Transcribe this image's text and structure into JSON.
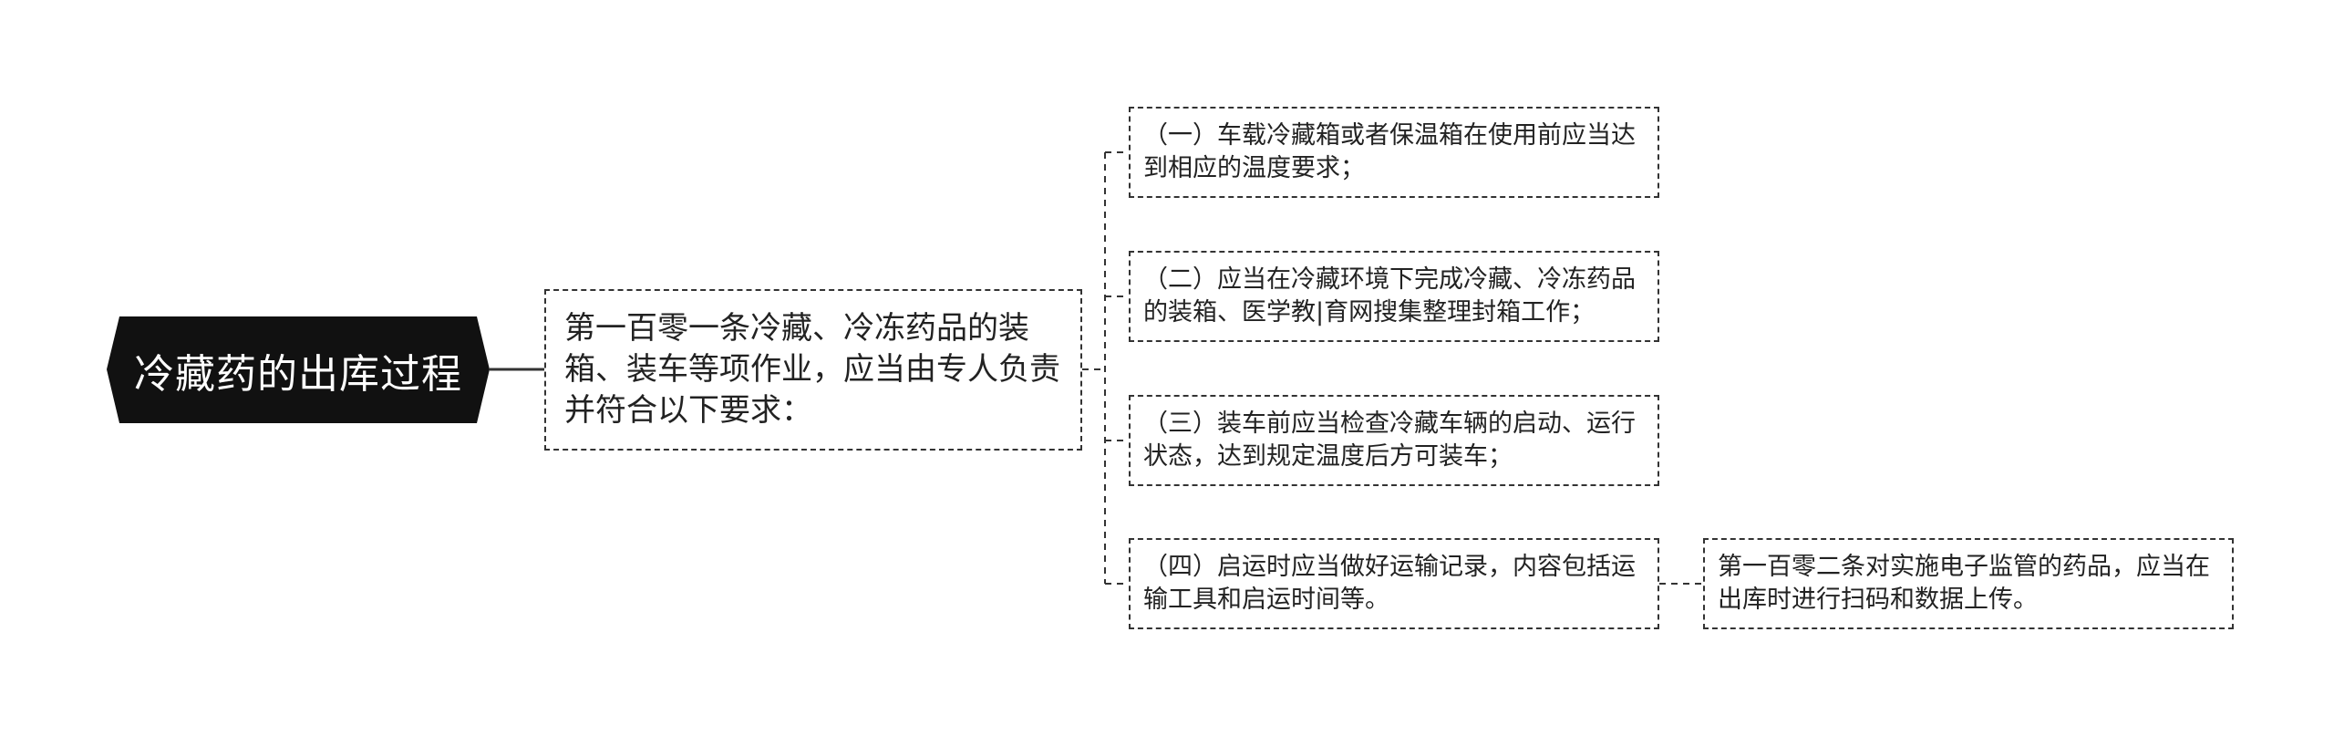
{
  "root": {
    "title": "冷藏药的出库过程"
  },
  "level1": {
    "text": "第一百零一条冷藏、冷冻药品的装箱、装车等项作业，应当由专人负责并符合以下要求："
  },
  "level2": [
    {
      "text": "（一）车载冷藏箱或者保温箱在使用前应当达到相应的温度要求；"
    },
    {
      "text": "（二）应当在冷藏环境下完成冷藏、冷冻药品的装箱、医学教|育网搜集整理封箱工作；"
    },
    {
      "text": "（三）装车前应当检查冷藏车辆的启动、运行状态，达到规定温度后方可装车；"
    },
    {
      "text": "（四）启运时应当做好运输记录，内容包括运输工具和启运时间等。"
    }
  ],
  "level3": {
    "text": "第一百零二条对实施电子监管的药品，应当在出库时进行扫码和数据上传。"
  },
  "colors": {
    "root_fill": "#111111",
    "root_text": "#ffffff",
    "border": "#333333",
    "line": "#333333"
  }
}
